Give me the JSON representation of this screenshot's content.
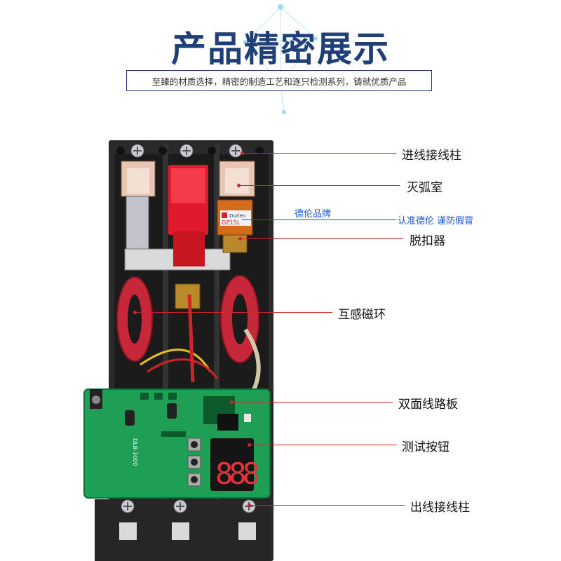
{
  "header": {
    "title": "产品精密展示",
    "subtitle": "至臻的材质选择，精密的制造工艺和逐只检测系列，铸就优质产品"
  },
  "brand_notes": {
    "brand": "德伦品牌",
    "authentic": "认准德伦 谨防假冒",
    "coil_brand": "Durlen",
    "coil_model": "DZ15L",
    "board_model": "DLB-1000"
  },
  "callouts": [
    {
      "label": "进线接线柱"
    },
    {
      "label": "灭弧室"
    },
    {
      "label": "脱扣器"
    },
    {
      "label": "互感磁环"
    },
    {
      "label": "双面线路板"
    },
    {
      "label": "测试按钮"
    },
    {
      "label": "出线接线柱"
    }
  ],
  "display": {
    "digits": "888"
  },
  "colors": {
    "title": "#1e3f78",
    "callout_line": "#d0242b",
    "brand_text": "#1a56d6",
    "housing": "#2a2a2a",
    "pcb": "#1f9e55",
    "handle": "#e0192c",
    "ring": "#c6283a"
  }
}
